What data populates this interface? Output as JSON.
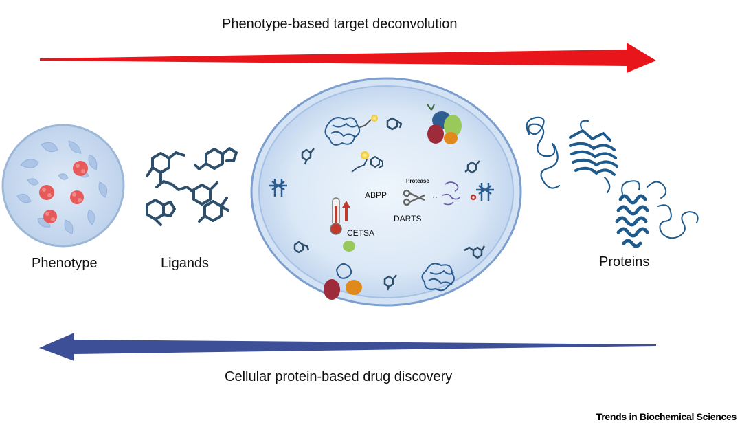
{
  "figure": {
    "top_arrow_label": "Phenotype-based target deconvolution",
    "bottom_arrow_label": "Cellular protein-based drug discovery",
    "left_label_phenotype": "Phenotype",
    "left_label_ligands": "Ligands",
    "right_label_proteins": "Proteins",
    "methods": {
      "abpp": "ABPP",
      "darts": "DARTS",
      "protease": "Protease",
      "cetsa": "CETSA"
    },
    "footer": "Trends in Biochemical Sciences",
    "colors": {
      "top_arrow": "#e8151b",
      "bottom_arrow": "#3d4f96",
      "protein": "#1f5a8c",
      "cell_fill": "#dce9f7",
      "cell_border": "#6f95c8"
    }
  }
}
